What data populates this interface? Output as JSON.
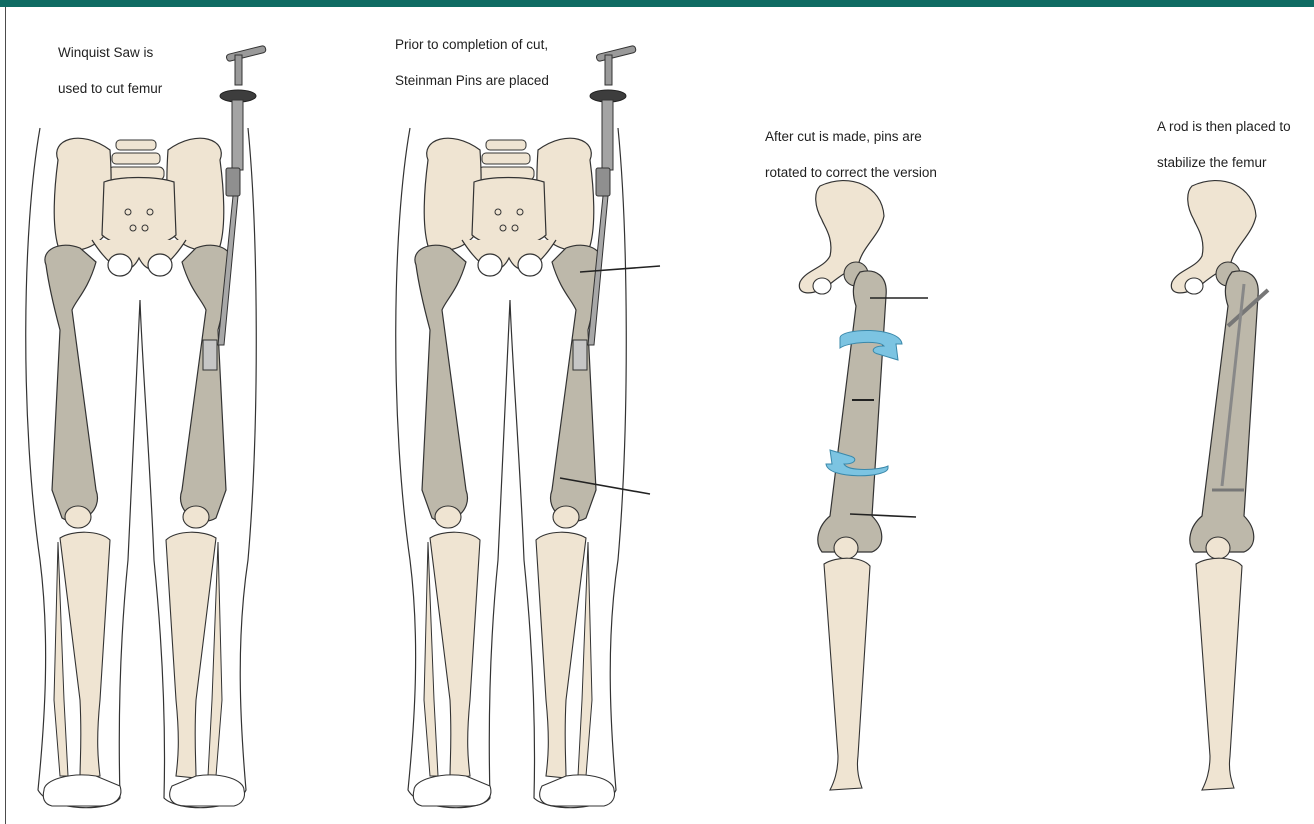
{
  "frame": {
    "accent_color": "#0f6b63",
    "bone_color": "#efe4d2",
    "femur_color": "#bdb8aa",
    "arrow_color": "#7cc4e2"
  },
  "panels": [
    {
      "caption_line1": "Winquist Saw is",
      "caption_line2": "used to cut femur"
    },
    {
      "caption_line1": "Prior to completion of cut,",
      "caption_line2": "Steinman Pins are placed"
    },
    {
      "caption_line1": "After cut is made, pins are",
      "caption_line2": "rotated to correct the version"
    },
    {
      "caption_line1": "A rod is then placed to",
      "caption_line2": "stabilize the femur"
    }
  ]
}
